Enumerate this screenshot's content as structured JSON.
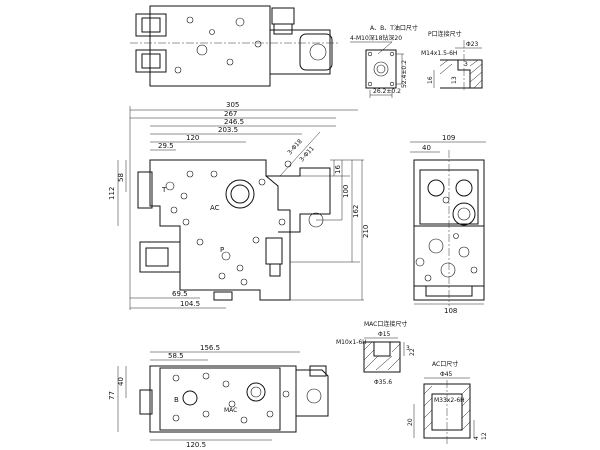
{
  "labels": {
    "ab_port_title": "A、B、T油口尺寸",
    "ab_port_bolts": "4-M10深18钻深20",
    "ab_port_dim_1": "52.4±0.2",
    "ab_port_dim_2": "26.2±0.2",
    "p_port_title": "P口连接尺寸",
    "p_port_dia": "Φ23",
    "p_port_thread": "M14x1.5-6H",
    "p_port_dim_1": "16",
    "p_port_dim_2": "13",
    "p_port_dim_3": "3",
    "front_305": "305",
    "front_267": "267",
    "front_246_5": "246.5",
    "front_203_5": "203.5",
    "front_120": "120",
    "front_29_5": "29.5",
    "front_58": "58",
    "front_112": "112",
    "front_16": "16",
    "front_100": "100",
    "front_162": "162",
    "front_210": "210",
    "front_69_5": "69.5",
    "front_104_5": "104.5",
    "front_port_t": "T",
    "front_port_ac": "AC",
    "front_port_p": "P",
    "front_callout_1": "3-Φ18",
    "front_callout_2": "3-Φ11",
    "side_109": "109",
    "side_40": "40",
    "side_108": "108",
    "bottom_156_5": "156.5",
    "bottom_58_5": "58.5",
    "bottom_77": "77",
    "bottom_40": "40",
    "bottom_120_5": "120.5",
    "bottom_port_b": "B",
    "bottom_port_mac": "MAC",
    "mac_title": "MAC口连接尺寸",
    "mac_thread": "M10x1-6H",
    "mac_dia": "Φ15",
    "mac_dim_1": "3",
    "mac_dim_2": "22",
    "ac_title": "AC口尺寸",
    "ac_dia_45": "Φ45",
    "ac_dia_35_6": "Φ35.6",
    "ac_thread": "M33x2-6H",
    "ac_dim_20": "20",
    "ac_dim_4": "4",
    "ac_dim_12": "12"
  }
}
